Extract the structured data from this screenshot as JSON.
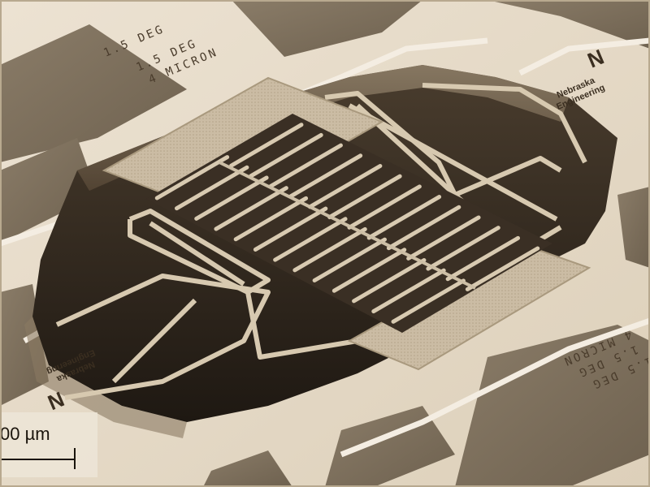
{
  "image": {
    "kind": "SEM micrograph",
    "subject": "MEMS comb-drive device",
    "tint": "#d9cbb4",
    "shadow_tint": "#2e241a"
  },
  "labels": {
    "top_left": [
      "1.5 DEG",
      "1.5 DEG",
      "4 MICRON"
    ],
    "right": [
      "1.5 DEG",
      "1.5 DEG",
      "4 MICRON"
    ]
  },
  "logo": {
    "letter": "N",
    "line1": "Nebraska",
    "line2": "Engineering"
  },
  "scale_bar": {
    "label": "00 µm"
  }
}
